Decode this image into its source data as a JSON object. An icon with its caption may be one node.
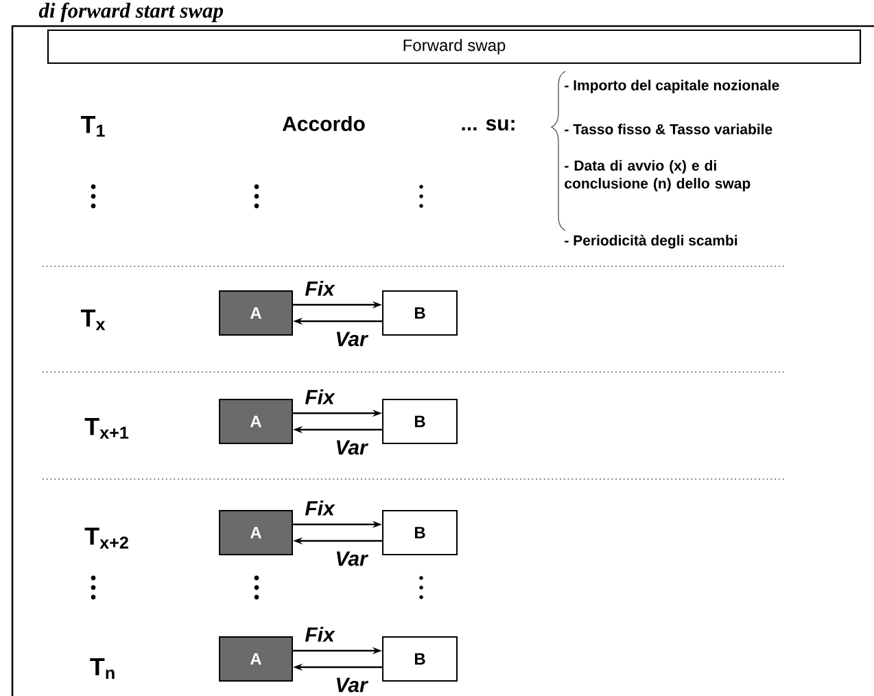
{
  "diagram": {
    "title": "di forward start swap",
    "nodes": [
      {
        "text": [
          "Forward swap"
        ]
      },
      {
        "text": [
          "A"
        ]
      },
      {
        "text": [
          "B"
        ]
      },
      {
        "text": [
          "A"
        ]
      },
      {
        "text": [
          "B"
        ]
      },
      {
        "text": [
          "A"
        ]
      },
      {
        "text": [
          "B"
        ]
      },
      {
        "text": [
          "A"
        ]
      },
      {
        "text": [
          "B"
        ]
      }
    ],
    "edges": [
      {
        "from": 1,
        "to": 2,
        "arrow": "to",
        "label": "Fix"
      },
      {
        "from": 2,
        "to": 1,
        "arrow": "to",
        "label": "Var"
      },
      {
        "from": 3,
        "to": 4,
        "arrow": "to",
        "label": "Fix"
      },
      {
        "from": 4,
        "to": 3,
        "arrow": "to",
        "label": "Var"
      },
      {
        "from": 5,
        "to": 6,
        "arrow": "to",
        "label": "Fix"
      },
      {
        "from": 6,
        "to": 5,
        "arrow": "to",
        "label": "Var"
      },
      {
        "from": 7,
        "to": 8,
        "arrow": "to",
        "label": "Fix"
      },
      {
        "from": 8,
        "to": 7,
        "arrow": "to",
        "label": "Var"
      }
    ],
    "labels": [
      "T$_{1}$",
      "Accordo",
      "... su:",
      "- Importo del capitale nozionale",
      "- Tasso fisso & Tasso variabile",
      "- Data di avvio (x) e di conclusione (n) dello swap",
      "- Periodicità degli scambi",
      "T$_{x}$",
      "T$_{x+1}$",
      "T$_{x+2}$",
      "T$_{n}$"
    ]
  }
}
